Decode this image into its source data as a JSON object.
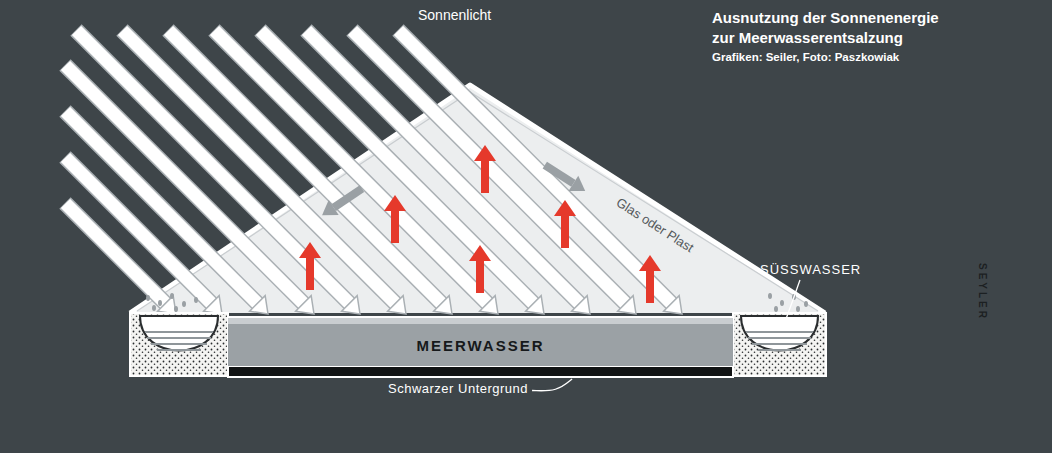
{
  "diagram": {
    "title": "Ausnutzung der Sonnenenergie zur Meerwasserentsalzung",
    "caption": "Grafiken: Seiler, Foto: Paszkowiak",
    "nodes": [
      {
        "text": [
          "MEERWASSER"
        ]
      }
    ],
    "labels": [
      "Sonnenlicht",
      "Glas oder Plast",
      "SÜSSWASSER",
      "Schwarzer Untergrund",
      "SEYLER"
    ]
  }
}
